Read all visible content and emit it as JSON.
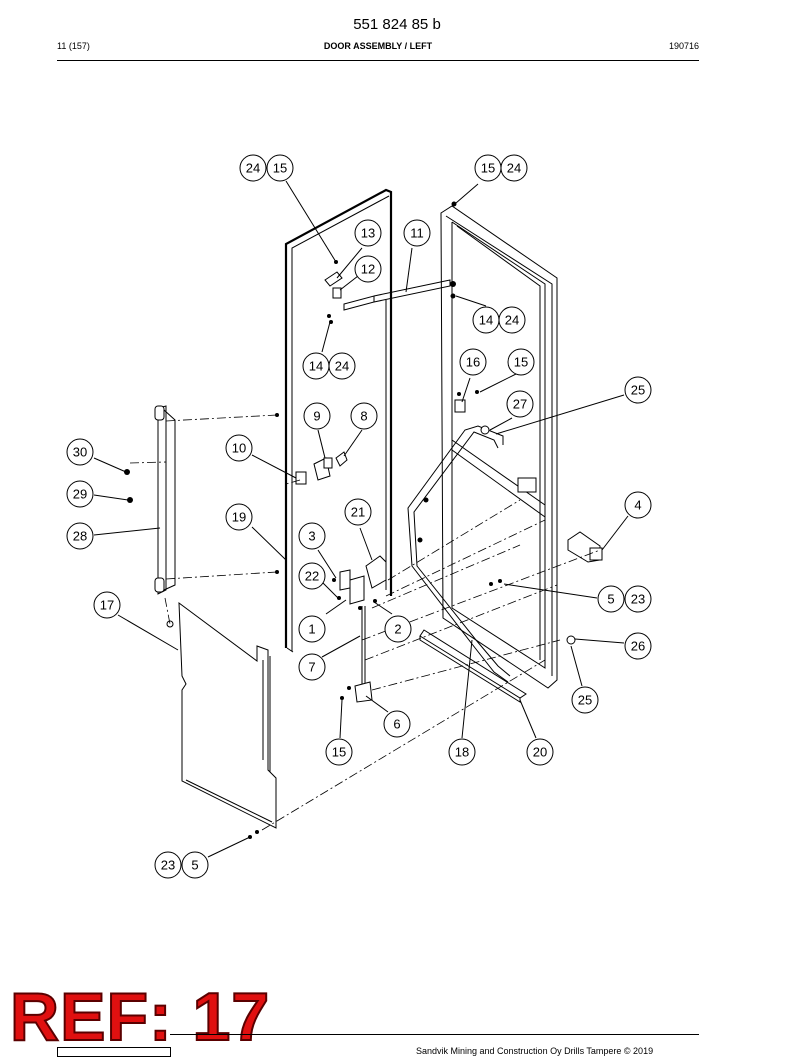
{
  "document": {
    "number": "551 824 85 b",
    "page": "11 (157)",
    "title": "DOOR ASSEMBLY / LEFT",
    "date_code": "190716",
    "copyright": "Sandvik Mining and Construction Oy Drills Tampere © 2019",
    "ref_stamp": "REF: 17"
  },
  "callouts": [
    {
      "id": "c24a",
      "label": "24"
    },
    {
      "id": "c15a",
      "label": "15"
    },
    {
      "id": "c15b",
      "label": "15"
    },
    {
      "id": "c24b",
      "label": "24"
    },
    {
      "id": "c13",
      "label": "13"
    },
    {
      "id": "c11",
      "label": "11"
    },
    {
      "id": "c12",
      "label": "12"
    },
    {
      "id": "c14a",
      "label": "14"
    },
    {
      "id": "c24c",
      "label": "24"
    },
    {
      "id": "c14b",
      "label": "14"
    },
    {
      "id": "c24d",
      "label": "24"
    },
    {
      "id": "c16",
      "label": "16"
    },
    {
      "id": "c15c",
      "label": "15"
    },
    {
      "id": "c25a",
      "label": "25"
    },
    {
      "id": "c27",
      "label": "27"
    },
    {
      "id": "c9",
      "label": "9"
    },
    {
      "id": "c8",
      "label": "8"
    },
    {
      "id": "c30",
      "label": "30"
    },
    {
      "id": "c10",
      "label": "10"
    },
    {
      "id": "c29",
      "label": "29"
    },
    {
      "id": "c4",
      "label": "4"
    },
    {
      "id": "c21",
      "label": "21"
    },
    {
      "id": "c19",
      "label": "19"
    },
    {
      "id": "c28",
      "label": "28"
    },
    {
      "id": "c3",
      "label": "3"
    },
    {
      "id": "c22",
      "label": "22"
    },
    {
      "id": "c5a",
      "label": "5"
    },
    {
      "id": "c23a",
      "label": "23"
    },
    {
      "id": "c17",
      "label": "17"
    },
    {
      "id": "c1",
      "label": "1"
    },
    {
      "id": "c2",
      "label": "2"
    },
    {
      "id": "c26",
      "label": "26"
    },
    {
      "id": "c7",
      "label": "7"
    },
    {
      "id": "c25b",
      "label": "25"
    },
    {
      "id": "c6",
      "label": "6"
    },
    {
      "id": "c15d",
      "label": "15"
    },
    {
      "id": "c18",
      "label": "18"
    },
    {
      "id": "c20",
      "label": "20"
    },
    {
      "id": "c23b",
      "label": "23"
    },
    {
      "id": "c5b",
      "label": "5"
    }
  ]
}
